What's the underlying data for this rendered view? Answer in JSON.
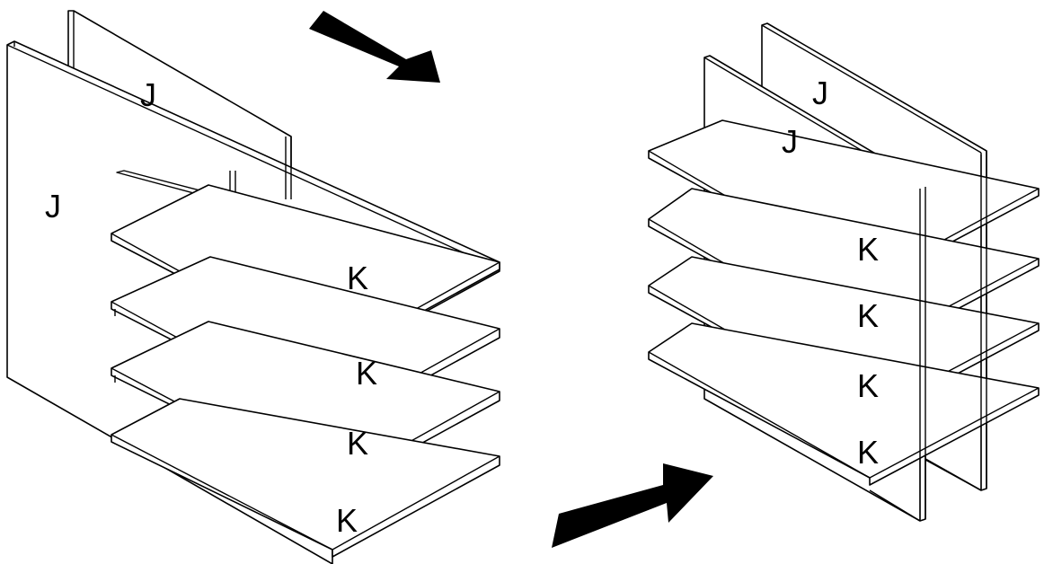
{
  "diagram": {
    "labels": {
      "left_j_back": "J",
      "left_j_front": "J",
      "left_k_1": "K",
      "left_k_2": "K",
      "left_k_3": "K",
      "left_k_4": "K",
      "right_j_back": "J",
      "right_j_front": "J",
      "right_k_1": "K",
      "right_k_2": "K",
      "right_k_3": "K",
      "right_k_4": "K"
    },
    "colors": {
      "line": "#000000",
      "fill": "#ffffff",
      "arrow": "#000000"
    },
    "arrows": [
      "arrow-down-right",
      "arrow-up-right"
    ]
  }
}
